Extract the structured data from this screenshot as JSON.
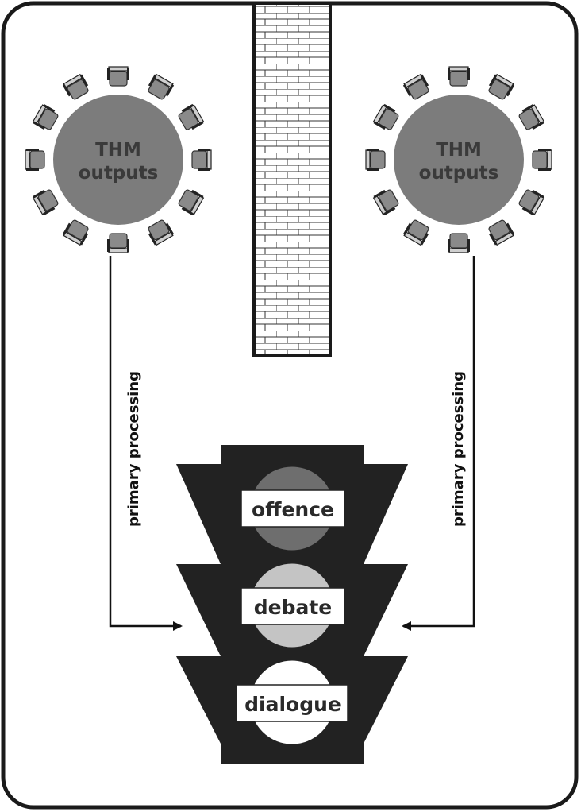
{
  "tables": [
    {
      "line1": "THM",
      "line2": "outputs"
    },
    {
      "line1": "THM",
      "line2": "outputs"
    }
  ],
  "processing_label_left": "primary processing",
  "processing_label_right": "primary processing",
  "traffic_light": {
    "lights": [
      {
        "label": "offence",
        "color": "#6e6e6e"
      },
      {
        "label": "debate",
        "color": "#c4c4c4"
      },
      {
        "label": "dialogue",
        "color": "#ffffff"
      }
    ],
    "housing_color": "#222222"
  },
  "colors": {
    "table": "#7c7c7c",
    "chair": "#8a8a8a",
    "wall_fill": "#ffffff",
    "frame": "#1a1a1a"
  }
}
